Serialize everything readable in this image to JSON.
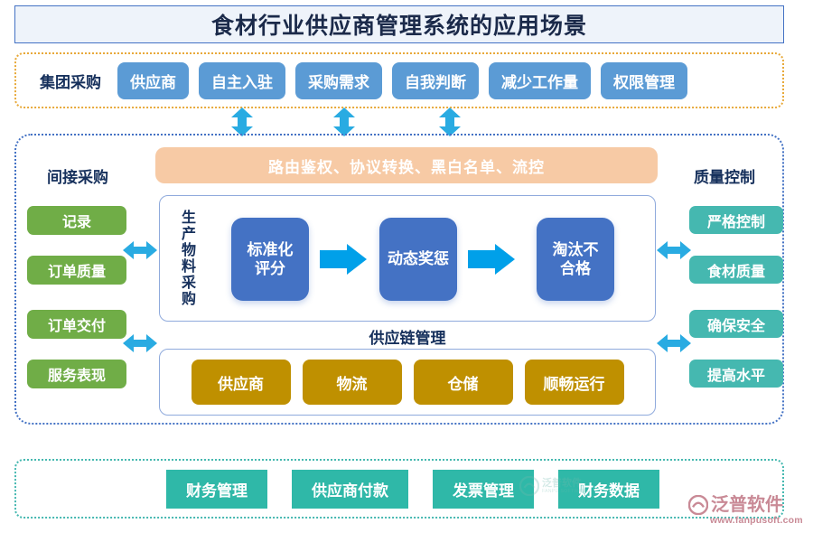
{
  "title": {
    "text": "食材行业供应商管理系统的应用场景"
  },
  "top_band": {
    "label": "集团采购",
    "chips": [
      {
        "label": "供应商"
      },
      {
        "label": "自主入驻"
      },
      {
        "label": "采购需求"
      },
      {
        "label": "自我判断"
      },
      {
        "label": "减少工作量"
      },
      {
        "label": "权限管理"
      }
    ]
  },
  "middle": {
    "left_heading": "间接采购",
    "right_heading": "质量控制",
    "left_tags": [
      {
        "label": "记录"
      },
      {
        "label": "订单质量"
      },
      {
        "label": "订单交付"
      },
      {
        "label": "服务表现"
      }
    ],
    "right_tags": [
      {
        "label": "严格控制"
      },
      {
        "label": "食材质量"
      },
      {
        "label": "确保安全"
      },
      {
        "label": "提高水平"
      }
    ],
    "orange_banner": "路由鉴权、协议转换、黑白名单、流控",
    "vertical_label": "生产物料采购",
    "process_boxes": [
      {
        "line1": "标准化",
        "line2": "评分"
      },
      {
        "line1": "动态奖惩",
        "line2": ""
      },
      {
        "line1": "淘汰不",
        "line2": "合格"
      }
    ],
    "supply_chain_label": "供应链管理",
    "gold_boxes": [
      {
        "label": "供应商"
      },
      {
        "label": "物流"
      },
      {
        "label": "仓储"
      },
      {
        "label": "顺畅运行"
      }
    ]
  },
  "footer": {
    "chips": [
      {
        "label": "财务管理"
      },
      {
        "label": "供应商付款"
      },
      {
        "label": "发票管理"
      },
      {
        "label": "财务数据"
      }
    ]
  },
  "logo": {
    "name": "泛普软件",
    "url": "www.fanpusoft.com",
    "watermark_name": "泛普软件",
    "watermark_sub": "FANPU SOFTWARE"
  },
  "colors": {
    "title_border": "#4472c4",
    "title_bg": "#eef3fa",
    "top_border": "#e8a93a",
    "chip_blue": "#5b9bd5",
    "mid_border": "#4472c4",
    "green": "#70ad47",
    "teal": "#45b8b0",
    "orange_banner": "#f7caa5",
    "process_blue": "#4472c4",
    "chevron": "#00a0e9",
    "gold": "#bf9000",
    "footer_teal": "#2fb8a8",
    "arrow_blue": "#29abe2",
    "text_navy": "#16305c"
  }
}
